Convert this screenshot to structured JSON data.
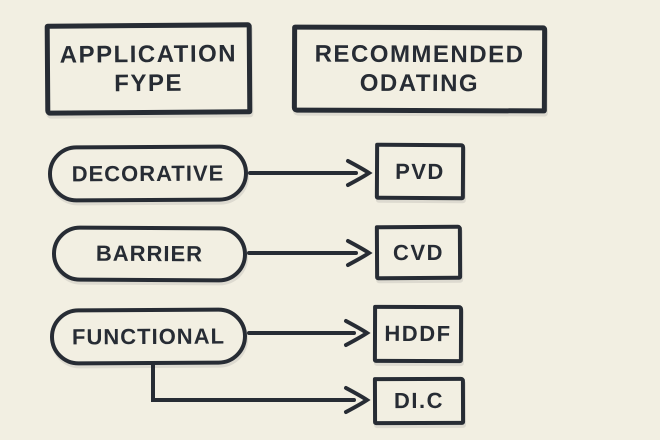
{
  "palette": {
    "background": "#f2efe2",
    "ink": "#272c34"
  },
  "headers": {
    "application_type": {
      "line1": "APPLICATION",
      "line2": "FYPE"
    },
    "recommended_coating": {
      "line1": "RECOMMENDED",
      "line2": "ODATING"
    }
  },
  "rows": [
    {
      "application": "DECORATIVE",
      "coatings": [
        "PVD"
      ]
    },
    {
      "application": "BARRIER",
      "coatings": [
        "CVD"
      ]
    },
    {
      "application": "FUNCTIONAL",
      "coatings": [
        "HDDF",
        "DI.C"
      ]
    }
  ]
}
